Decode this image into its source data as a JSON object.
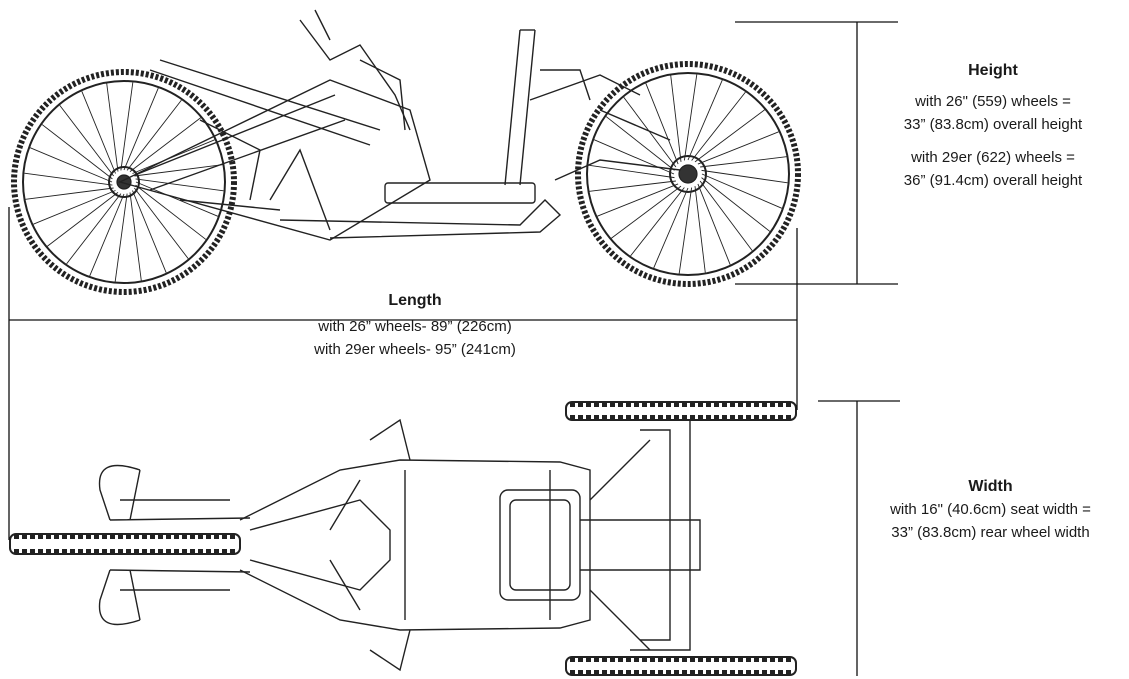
{
  "height": {
    "title": "Height",
    "line1": "with 26\" (559) wheels =",
    "line2": "33” (83.8cm) overall height",
    "line3": "with 29er (622) wheels =",
    "line4": "36” (91.4cm) overall height"
  },
  "length": {
    "title": "Length",
    "line1": "with 26” wheels- 89” (226cm)",
    "line2": "with 29er wheels- 95” (241cm)"
  },
  "width": {
    "title": "Width",
    "line1": "with 16\" (40.6cm) seat width =",
    "line2": "33” (83.8cm) rear wheel width"
  },
  "colors": {
    "ink": "#1a1a1a",
    "paper": "#ffffff"
  }
}
